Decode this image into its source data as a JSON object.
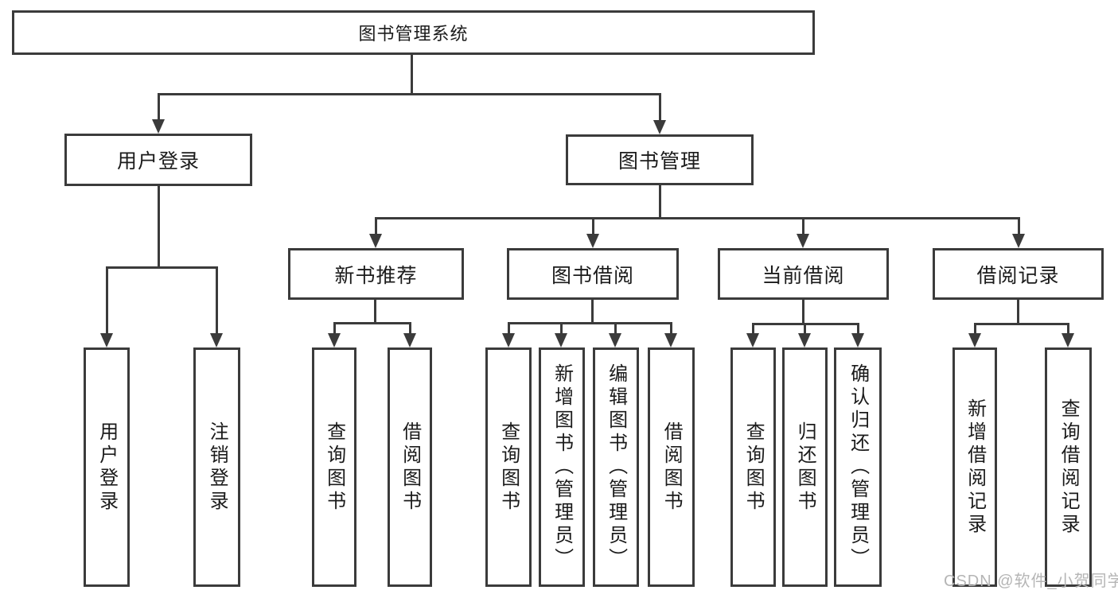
{
  "diagram": {
    "type": "hierarchy-tree",
    "title": "图书管理系统"
  },
  "colors": {
    "line": "#3b3b3b",
    "box_border": "#3b3b3b",
    "text": "#1b1b1b",
    "background": "#ffffff",
    "watermark": "#b5b5b5"
  },
  "root": {
    "label": "图书管理系统"
  },
  "level2": {
    "user_login": {
      "label": "用户登录"
    },
    "book_mgmt": {
      "label": "图书管理"
    }
  },
  "level3": {
    "new_book": {
      "label": "新书推荐"
    },
    "borrow": {
      "label": "图书借阅"
    },
    "current": {
      "label": "当前借阅"
    },
    "record": {
      "label": "借阅记录"
    }
  },
  "leaves": {
    "user_login": {
      "label": "用户登录"
    },
    "logout": {
      "label": "注销登录"
    },
    "nb_query": {
      "label": "查询图书"
    },
    "nb_borrow": {
      "label": "借阅图书"
    },
    "bb_query": {
      "label": "查询图书"
    },
    "bb_add": {
      "label": "新增图书（管理员）"
    },
    "bb_edit": {
      "label": "编辑图书（管理员）"
    },
    "bb_borrow": {
      "label": "借阅图书"
    },
    "cb_query": {
      "label": "查询图书"
    },
    "cb_return": {
      "label": "归还图书"
    },
    "cb_confirm": {
      "label": "确认归还（管理员）"
    },
    "br_add": {
      "label": "新增借阅记录"
    },
    "br_query": {
      "label": "查询借阅记录"
    }
  },
  "watermark": {
    "text": "CSDN @软件_小贺同学"
  }
}
